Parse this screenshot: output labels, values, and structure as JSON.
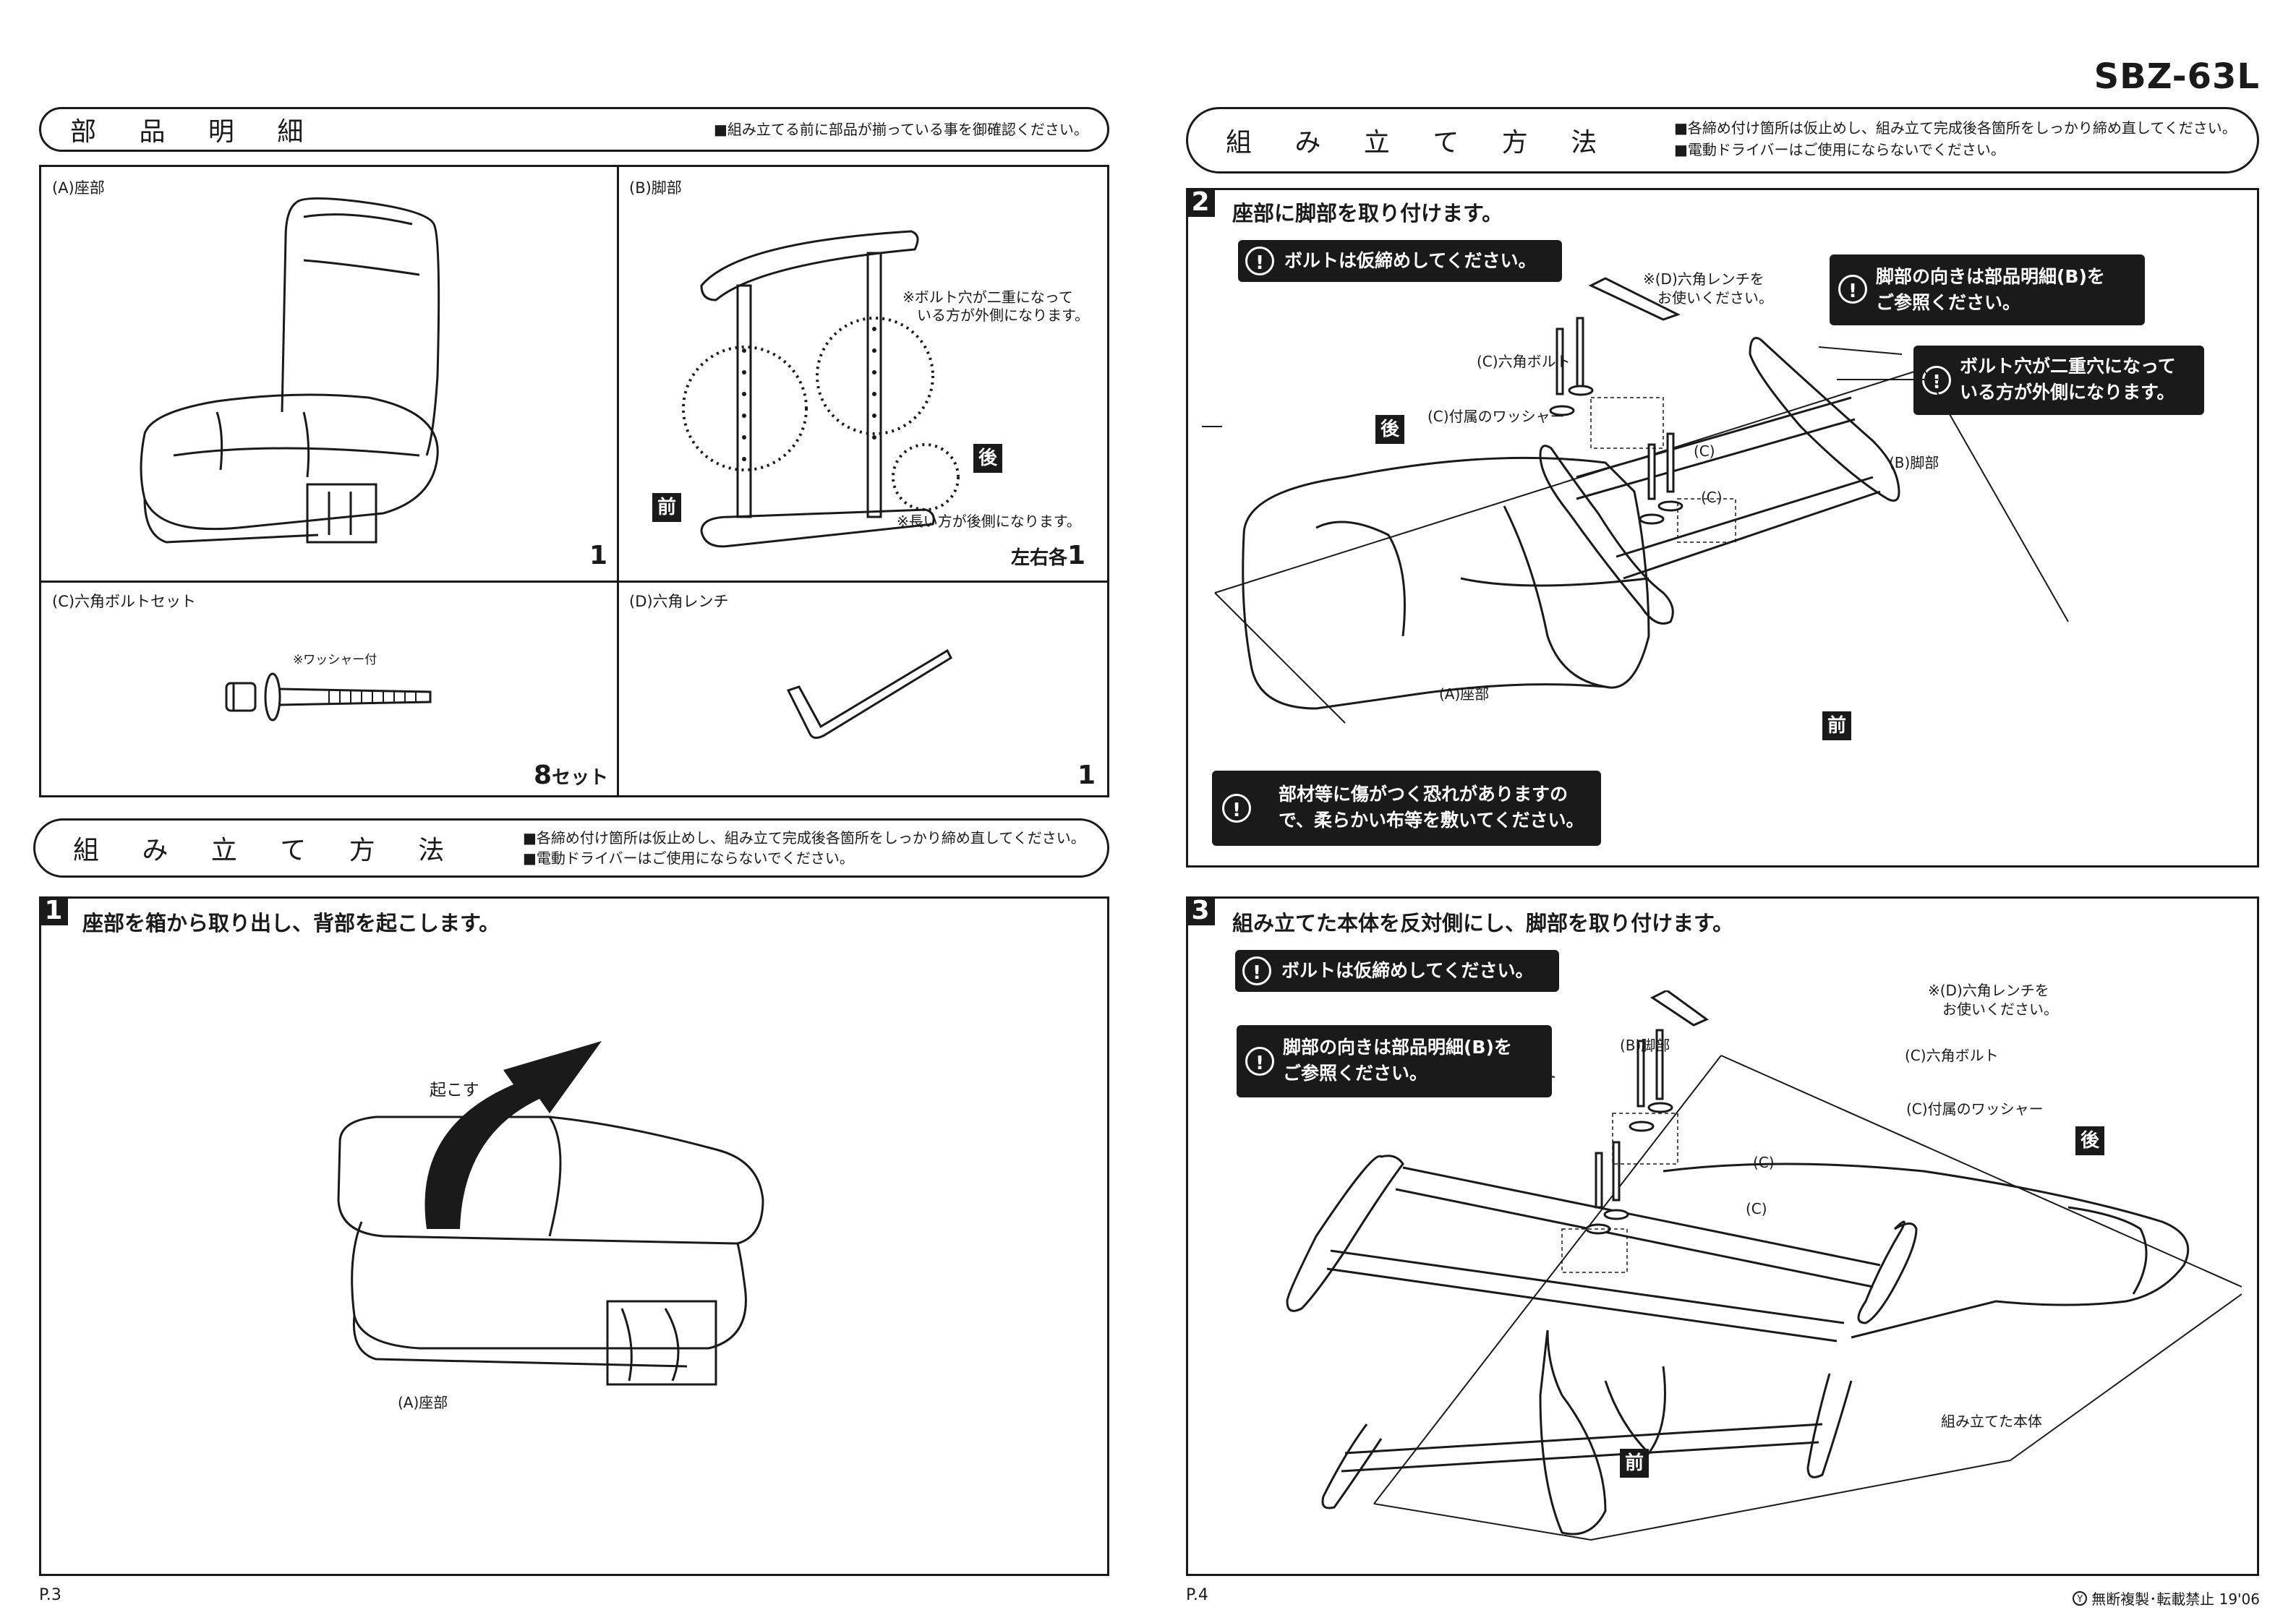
{
  "model": "SBZ-63L",
  "parts": {
    "title": "部 品 明 細",
    "note": "■組み立てる前に部品が揃っている事を御確認ください。",
    "cells": [
      {
        "label": "(A)座部",
        "qty": "1"
      },
      {
        "label": "(B)脚部",
        "qty_prefix": "左右各",
        "qty": "1",
        "note1": "※ボルト穴が二重になって",
        "note2": "いる方が外側になります。",
        "note3": "※長い方が後側になります。",
        "front": "前",
        "back": "後"
      },
      {
        "label": "(C)六角ボルトセット",
        "qty": "8",
        "qty_unit": "セット",
        "washer_note": "※ワッシャー付"
      },
      {
        "label": "(D)六角レンチ",
        "qty": "1"
      }
    ]
  },
  "assembly_header": {
    "title": "組 み 立 て 方 法",
    "note1": "■各締め付け箇所は仮止めし、組み立て完成後各箇所をしっかり締め直してください。",
    "note2": "■電動ドライバーはご使用にならないでください。"
  },
  "step1": {
    "num": "1",
    "title": "座部を箱から取り出し、背部を起こします。",
    "arrow_label": "起こす",
    "part_label": "(A)座部"
  },
  "step2": {
    "num": "2",
    "title": "座部に脚部を取り付けます。",
    "callout_bolt": "ボルトは仮締めしてください。",
    "callout_orient1": "脚部の向きは部品明細(B)を",
    "callout_orient2": "ご参照ください。",
    "callout_hole1": "ボルト穴が二重穴になって",
    "callout_hole2": "いる方が外側になります。",
    "callout_cloth1": "部材等に傷がつく恐れがありますの",
    "callout_cloth2": "で、柔らかい布等を敷いてください。",
    "wrench1": "※(D)六角レンチを",
    "wrench2": "お使いください。",
    "bolt": "(C)六角ボルト",
    "washer": "(C)付属のワッシャー",
    "c": "(C)",
    "leg": "(B)脚部",
    "seat": "(A)座部",
    "back": "後",
    "front": "前"
  },
  "step3": {
    "num": "3",
    "title": "組み立てた本体を反対側にし、脚部を取り付けます。",
    "callout_bolt": "ボルトは仮締めしてください。",
    "callout_orient1": "脚部の向きは部品明細(B)を",
    "callout_orient2": "ご参照ください。",
    "wrench1": "※(D)六角レンチを",
    "wrench2": "お使いください。",
    "bolt": "(C)六角ボルト",
    "washer": "(C)付属のワッシャー",
    "c": "(C)",
    "leg": "(B)脚部",
    "assembled": "組み立てた本体",
    "back": "後",
    "front": "前"
  },
  "footer": {
    "page_left": "P.3",
    "page_right": "P.4",
    "copyright": "無断複製･転載禁止 19'06",
    "copyright_mark": "Y"
  }
}
